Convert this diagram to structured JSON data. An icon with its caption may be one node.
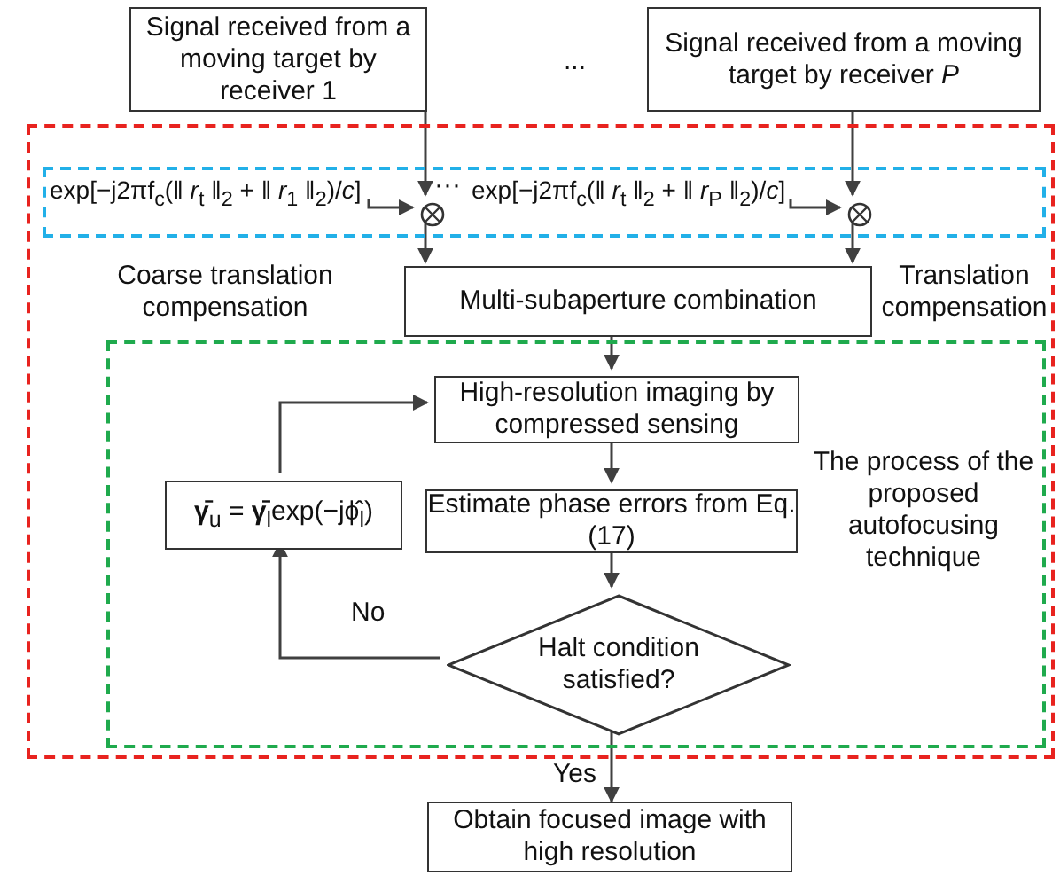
{
  "diagram": {
    "nodes": [
      {
        "text": [
          "Signal received from a moving target by receiver 1"
        ]
      },
      {
        "text": [
          "Signal received from a moving target by receiver *P*"
        ]
      },
      {
        "text": [
          "Coarse translation compensation",
          "Translation compensation"
        ]
      },
      {
        "text": [],
        "shape": "box",
        "in": 2
      },
      {
        "text": [
          "exp[−j2πf$_{c}$(‖ *r*$_{t}$ ‖$_{2}$ + ‖ *r*$_{1}$ ‖$_{2}$)/*c*]"
        ],
        "in": 3
      },
      {
        "text": [
          "exp[−j2πf$_{c}$(‖ *r*$_{t}$ ‖$_{2}$ + ‖ *r*$_{P}$ ‖$_{2}$)/*c*]"
        ],
        "in": 3
      },
      {
        "text": [],
        "shape": "circle",
        "in": 3
      },
      {
        "text": [],
        "shape": "circle",
        "in": 3
      },
      {
        "text": [
          "Multi-subaperture combination"
        ],
        "in": 2
      },
      {
        "text": [
          "The process of the proposed autofocusing technique"
        ],
        "in": 2
      },
      {
        "text": [
          "High-resolution imaging by compressed sensing"
        ],
        "in": 9
      },
      {
        "text": [
          "**γ̄**$_{u}$ = **γ̄**$_{l}$exp(−jϕ̂$_{l}$)"
        ],
        "in": 9
      },
      {
        "text": [
          "Estimate phase errors from Eq. (17)"
        ],
        "in": 9
      },
      {
        "text": [
          "Halt condition satisfied?"
        ],
        "in": 9
      },
      {
        "text": [
          "Obtain focused image with high resolution"
        ]
      }
    ],
    "edges": [
      {
        "from": 0,
        "to": 6,
        "arrow": "to"
      },
      {
        "from": 1,
        "to": 7,
        "arrow": "to"
      },
      {
        "from": 4,
        "to": 6,
        "arrow": "to"
      },
      {
        "from": 5,
        "to": 7,
        "arrow": "to"
      },
      {
        "from": 6,
        "to": 8,
        "arrow": "to"
      },
      {
        "from": 7,
        "to": 8,
        "arrow": "to"
      },
      {
        "from": 8,
        "to": 10,
        "arrow": "to"
      },
      {
        "from": 10,
        "to": 12,
        "arrow": "to"
      },
      {
        "from": 12,
        "to": 13,
        "arrow": "to"
      },
      {
        "from": 13,
        "to": 11,
        "arrow": "to",
        "label": "No"
      },
      {
        "from": 11,
        "to": 10,
        "arrow": "to"
      },
      {
        "from": 13,
        "to": 14,
        "arrow": "to",
        "label": "Yes"
      }
    ],
    "labels": [
      "...",
      "···"
    ]
  }
}
